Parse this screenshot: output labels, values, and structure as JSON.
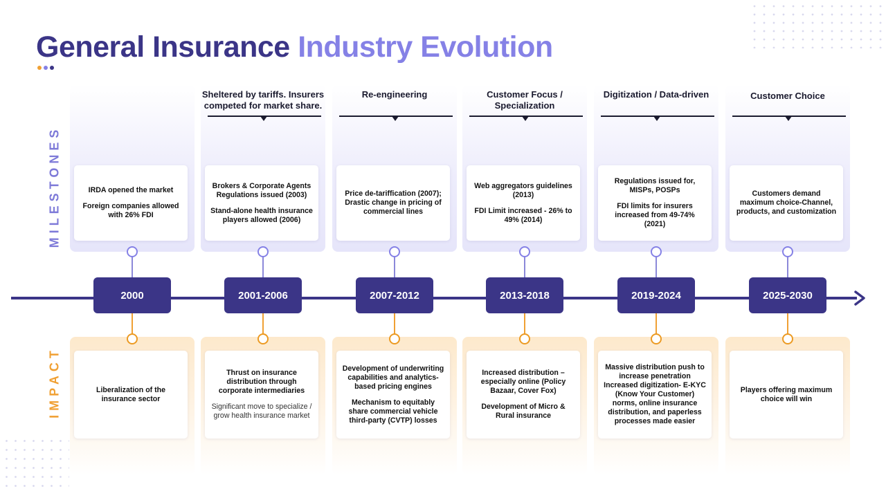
{
  "title": {
    "part1": "General Insurance",
    "part2": "Industry Evolution"
  },
  "labels": {
    "milestones": "MILESTONES",
    "impact": "IMPACT"
  },
  "colors": {
    "primary": "#3b3587",
    "accent_purple": "#8581e6",
    "accent_orange": "#f0a033"
  },
  "timeline": [
    {
      "year": "2000",
      "phase": "",
      "milestones": [
        "IRDA opened the market",
        "Foreign companies allowed with 26% FDI"
      ],
      "impact": [
        "Liberalization of the insurance sector"
      ],
      "impact_note": ""
    },
    {
      "year": "2001-2006",
      "phase": "Sheltered by tariffs. Insurers competed for market share.",
      "milestones": [
        "Brokers & Corporate Agents Regulations issued (2003)",
        "Stand-alone health insurance players allowed (2006)"
      ],
      "impact": [
        "Thrust on insurance distribution through corporate intermediaries"
      ],
      "impact_note": "Significant move to specialize / grow health insurance market"
    },
    {
      "year": "2007-2012",
      "phase": "Re-engineering",
      "milestones": [
        "Price de-tariffication (2007); Drastic change in pricing of commercial lines"
      ],
      "impact": [
        "Development of underwriting capabilities and analytics-based pricing engines",
        "Mechanism to equitably share commercial vehicle third-party (CVTP) losses"
      ],
      "impact_note": ""
    },
    {
      "year": "2013-2018",
      "phase": "Customer Focus / Specialization",
      "milestones": [
        "Web aggregators guidelines (2013)",
        "FDI Limit increased - 26% to 49% (2014)"
      ],
      "impact": [
        "Increased distribution – especially online (Policy Bazaar, Cover Fox)",
        "Development of Micro & Rural insurance"
      ],
      "impact_note": ""
    },
    {
      "year": "2019-2024",
      "phase": "Digitization / Data-driven",
      "milestones": [
        "Regulations issued for, MISPs, POSPs",
        "FDI limits for insurers increased from 49-74% (2021)"
      ],
      "impact": [
        "Massive distribution push to increase penetration Increased digitization- E-KYC (Know Your Customer) norms, online insurance distribution, and paperless processes made easier"
      ],
      "impact_note": ""
    },
    {
      "year": "2025-2030",
      "phase": "Customer Choice",
      "milestones": [
        "Customers demand maximum choice-Channel, products, and customization"
      ],
      "impact": [
        "Players offering maximum choice will win"
      ],
      "impact_note": ""
    }
  ]
}
